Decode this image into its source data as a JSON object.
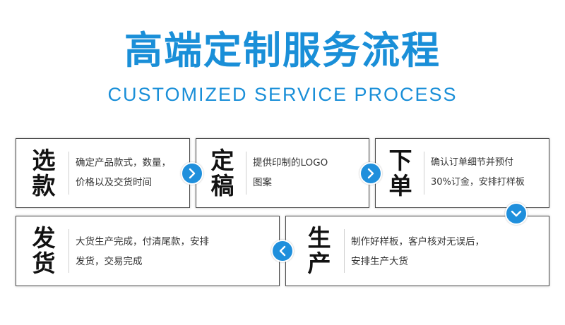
{
  "header": {
    "title": "高端定制服务流程",
    "subtitle": "CUSTOMIZED SERVICE PROCESS"
  },
  "steps": [
    {
      "label_chars": [
        "选",
        "款"
      ],
      "desc_lines": [
        "确定产品款式，数量，",
        "价格以及交货时间"
      ]
    },
    {
      "label_chars": [
        "定",
        "稿"
      ],
      "desc_lines": [
        "提供印制的LOGO",
        "图案"
      ]
    },
    {
      "label_chars": [
        "下",
        "单"
      ],
      "desc_lines": [
        "确认订单细节并预付",
        "30%订金，安排打样板"
      ]
    },
    {
      "label_chars": [
        "生",
        "产"
      ],
      "desc_lines": [
        "制作好样板，客户核对无误后，",
        "安排生产大货"
      ]
    },
    {
      "label_chars": [
        "发",
        "货"
      ],
      "desc_lines": [
        "大货生产完成，付清尾款，安排",
        "发货，交易完成"
      ]
    }
  ],
  "arrows": {
    "color": "#1f8fdc",
    "icons": [
      "chevron-right-icon",
      "chevron-right-icon",
      "chevron-down-icon",
      "chevron-left-icon"
    ]
  },
  "colors": {
    "accent": "#1a8fd8"
  }
}
